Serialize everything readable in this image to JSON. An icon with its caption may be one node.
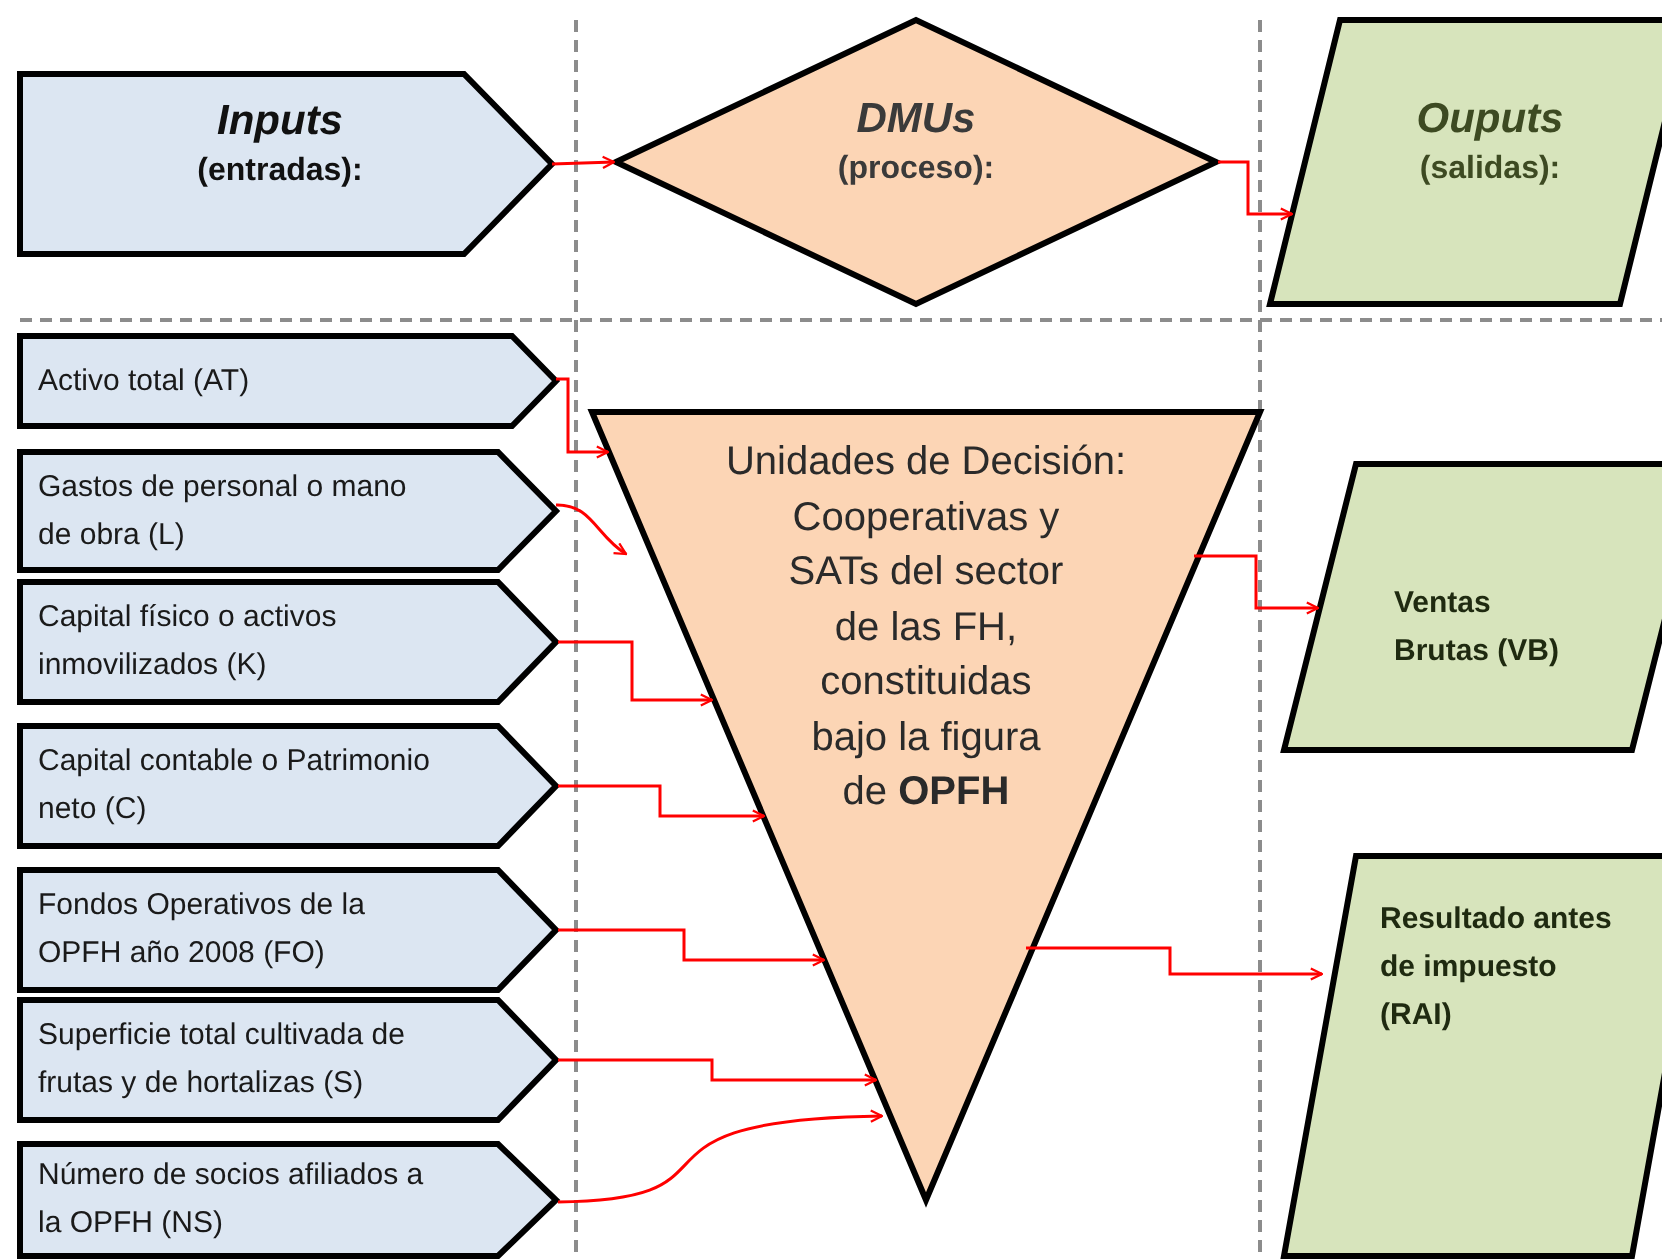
{
  "diagram": {
    "nodes": [
      {
        "text": [
          "Inputs",
          "(entradas):"
        ]
      },
      {
        "text": [
          "DMUs",
          "(proceso):"
        ]
      },
      {
        "text": [
          "Ouputs",
          "(salidas):"
        ]
      },
      {
        "text": [
          "Activo total (AT)"
        ]
      },
      {
        "text": [
          "Gastos de personal o mano de obra (L)"
        ]
      },
      {
        "text": [
          "Capital físico o activos inmovilizados (K)"
        ]
      },
      {
        "text": [
          "Capital contable o Patrimonio neto (C)"
        ]
      },
      {
        "text": [
          "Fondos Operativos de la OPFH año 2008 (FO)"
        ]
      },
      {
        "text": [
          "Superficie total cultivada de frutas y de hortalizas (S)"
        ]
      },
      {
        "text": [
          "Número de socios afiliados a la OPFH (NS)"
        ]
      },
      {
        "text": [
          "Unidades de Decisión: Cooperativas y SATs del sector de las FH, constituidas bajo la figura de **OPFH**"
        ]
      },
      {
        "text": [
          "Ventas Brutas (VB)"
        ]
      },
      {
        "text": [
          "Resultado antes de impuesto (RAI)"
        ]
      }
    ],
    "edges": [
      {
        "from": 0,
        "to": 1,
        "arrow": "to"
      },
      {
        "from": 1,
        "to": 2,
        "arrow": "to"
      },
      {
        "from": 3,
        "to": 10,
        "arrow": "to"
      },
      {
        "from": 4,
        "to": 10,
        "arrow": "to"
      },
      {
        "from": 5,
        "to": 10,
        "arrow": "to"
      },
      {
        "from": 6,
        "to": 10,
        "arrow": "to"
      },
      {
        "from": 7,
        "to": 10,
        "arrow": "to"
      },
      {
        "from": 8,
        "to": 10,
        "arrow": "to"
      },
      {
        "from": 9,
        "to": 10,
        "arrow": "to"
      },
      {
        "from": 10,
        "to": 11,
        "arrow": "to"
      },
      {
        "from": 10,
        "to": 12,
        "arrow": "to"
      }
    ]
  }
}
